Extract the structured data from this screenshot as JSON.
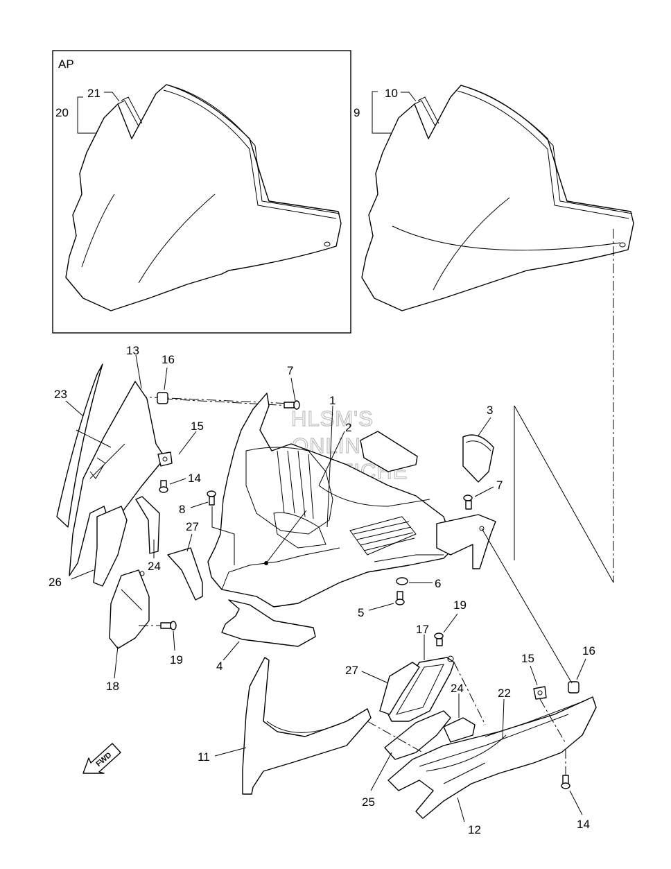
{
  "inset": {
    "label": "AP"
  },
  "watermark": {
    "line1": "HLSM'S",
    "line2": "ONLINE",
    "line3": "MICROFICHE"
  },
  "arrow": {
    "label": "FWD"
  },
  "callouts": {
    "c21": "21",
    "c20": "20",
    "c10": "10",
    "c9": "9",
    "c13": "13",
    "c16a": "16",
    "c23": "23",
    "c15a": "15",
    "c14a": "14",
    "c7a": "7",
    "c1": "1",
    "c2": "2",
    "c3": "3",
    "c7b": "7",
    "c8": "8",
    "c27a": "27",
    "c24a": "24",
    "c26": "26",
    "c6": "6",
    "c5": "5",
    "c19a": "19",
    "c18": "18",
    "c4": "4",
    "c19b": "19",
    "c17": "17",
    "c16b": "16",
    "c15b": "15",
    "c27b": "27",
    "c24b": "24",
    "c22": "22",
    "c11": "11",
    "c25": "25",
    "c12": "12",
    "c14b": "14"
  }
}
